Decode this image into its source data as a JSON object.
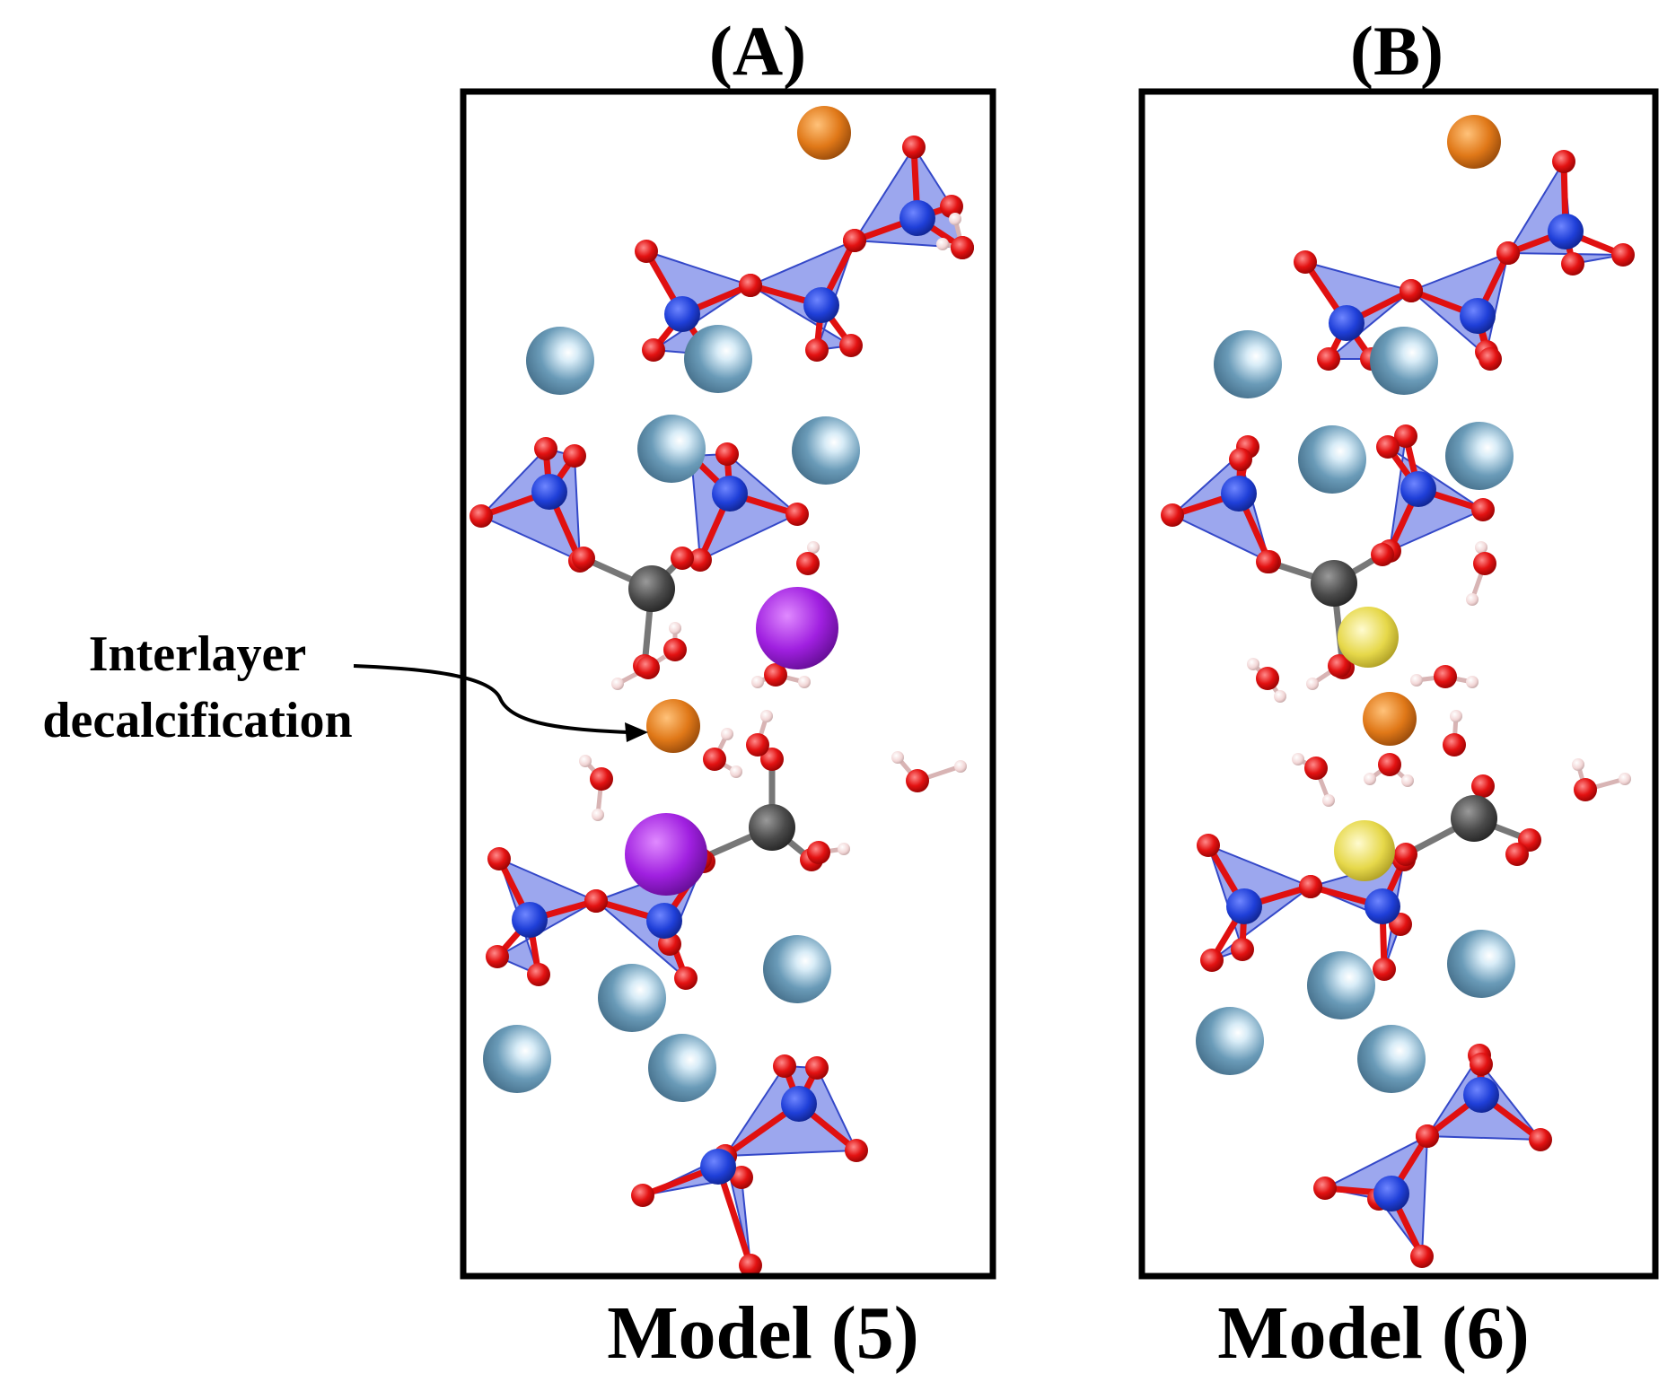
{
  "panels": [
    {
      "label": "(A)",
      "model": "Model (5)"
    },
    {
      "label": "(B)",
      "model": "Model (6)"
    }
  ],
  "annotation": {
    "line1": "Interlayer",
    "line2": "decalcification"
  },
  "colors": {
    "oxygen": "#e01010",
    "silicon": "#1f3fd8",
    "tetrahedron": "#4a5fe0",
    "calcium": "#5f92b0",
    "carbon": "#4a4a4a",
    "hydrogen": "#f2d6d6",
    "orange_ion": "#e07818",
    "purple_ion": "#a020e0",
    "yellow_ion": "#e6d84a",
    "frame": "#000000"
  }
}
